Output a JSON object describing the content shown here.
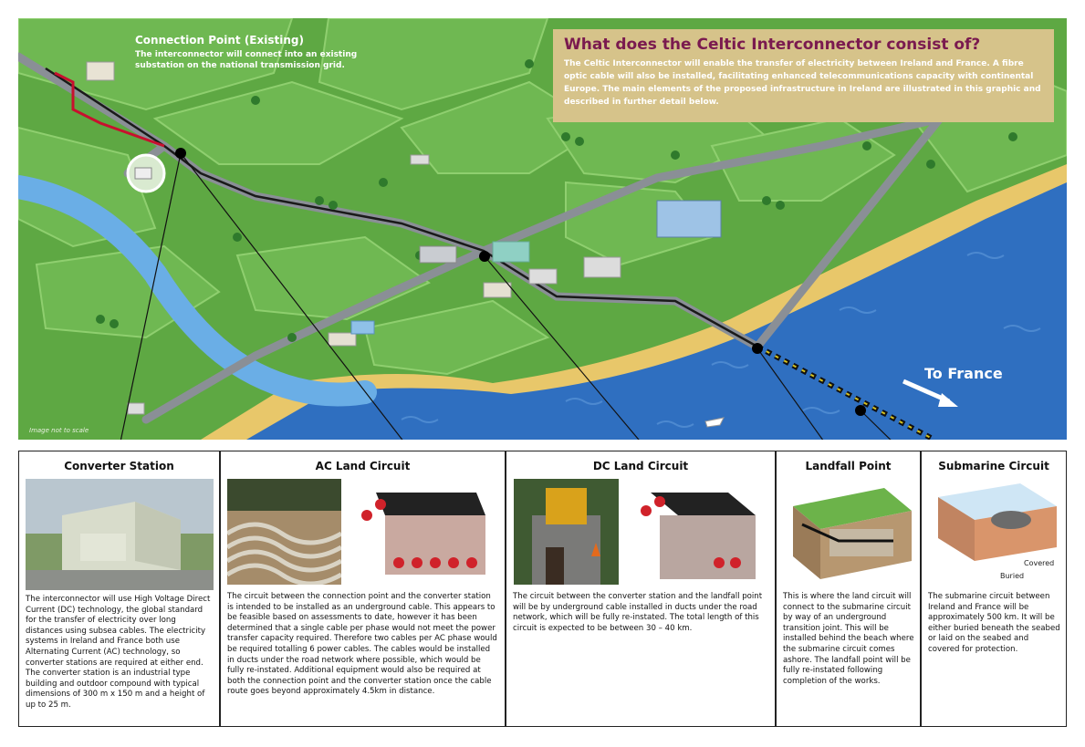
{
  "map": {
    "connection_point": {
      "title": "Connection Point (Existing)",
      "description": "The interconnector will connect into an existing substation on the national transmission grid."
    },
    "info_box": {
      "title": "What does the Celtic Interconnector consist of?",
      "text": "The Celtic Interconnector will enable the transfer of electricity between Ireland and France. A fibre optic cable will also be installed, facilitating enhanced telecommunications capacity with continental Europe. The main elements of the proposed infrastructure in Ireland are illustrated in this graphic and described in further detail below."
    },
    "direction_label": "To France",
    "scale_note": "Image not to scale",
    "colors": {
      "grass": "#5ea843",
      "sea": "#2f6fc0",
      "sand": "#e8c76a",
      "river": "#6aaee6",
      "road": "#8a8f96",
      "info_box": "#d6c38a",
      "info_title": "#7a1a4f"
    }
  },
  "panels": [
    {
      "title": "Converter Station",
      "text": "The interconnector will use High Voltage Direct Current (DC) technology, the global standard for the transfer of electricity over long distances using subsea cables. The electricity systems in Ireland and France both use Alternating Current (AC) technology, so converter stations are required at either end. The converter station is an industrial type building and outdoor compound with typical dimensions of 300 m x 150 m and a height of up to 25 m."
    },
    {
      "title": "AC Land Circuit",
      "text": "The circuit between the connection point and the converter station is intended to be installed as an underground cable. This appears to be feasible based on assessments to date, however it has been determined that a single cable per phase would not meet the power transfer capacity required. Therefore two cables per AC phase would be required totalling 6 power cables. The cables would be installed in ducts under the road network where possible, which would be fully re-instated. Additional equipment would also be required at both the connection point and the converter station once the cable route goes beyond approximately 4.5km in distance."
    },
    {
      "title": "DC Land Circuit",
      "text": "The circuit between the converter station and the landfall point will be by underground cable installed in ducts under the road network, which will be fully re-instated. The total length of this circuit is expected to be between 30 – 40 km."
    },
    {
      "title": "Landfall Point",
      "text": "This is where the land circuit will connect to the submarine circuit by way of an underground transition joint. This will be installed behind the beach where the submarine circuit comes ashore. The landfall point will be fully re-instated following completion of the works."
    },
    {
      "title": "Submarine Circuit",
      "text": "The submarine circuit between Ireland and France will be approximately 500 km. It will be either buried beneath the seabed or laid on the seabed and covered for protection.",
      "label_covered": "Covered",
      "label_buried": "Buried"
    }
  ]
}
